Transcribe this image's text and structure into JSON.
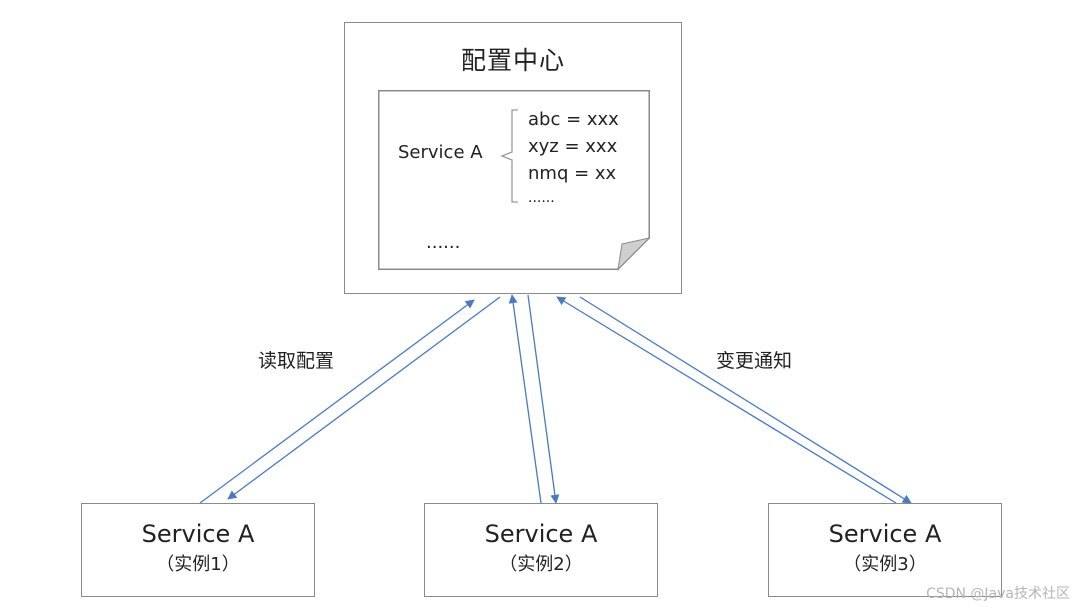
{
  "config_center": {
    "title": "配置中心",
    "doc": {
      "service_label": "Service A",
      "entries": [
        "abc = xxx",
        "xyz = xxx",
        "nmq = xx",
        "......"
      ],
      "ellipsis": "......"
    }
  },
  "edge_labels": {
    "read": "读取配置",
    "notify": "变更通知"
  },
  "instances": [
    {
      "name": "Service A",
      "sub": "（实例1）"
    },
    {
      "name": "Service A",
      "sub": "（实例2）"
    },
    {
      "name": "Service A",
      "sub": "（实例3）"
    }
  ],
  "colors": {
    "arrow": "#4a7bbf",
    "border": "#8a8a8a"
  },
  "watermark": "CSDN @Java技术社区"
}
